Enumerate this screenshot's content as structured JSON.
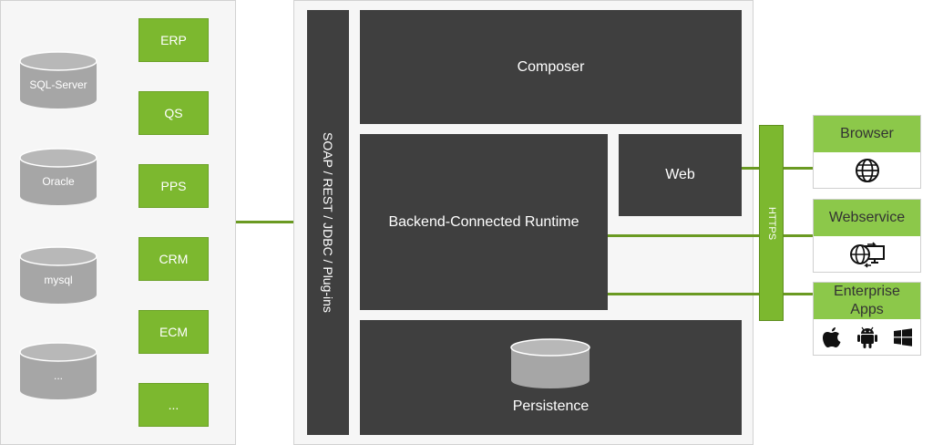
{
  "sources": {
    "databases": [
      {
        "label": "SQL-Server"
      },
      {
        "label": "Oracle"
      },
      {
        "label": "mysql"
      },
      {
        "label": "..."
      }
    ],
    "systems": [
      {
        "label": "ERP"
      },
      {
        "label": "QS"
      },
      {
        "label": "PPS"
      },
      {
        "label": "CRM"
      },
      {
        "label": "ECM"
      },
      {
        "label": "..."
      }
    ]
  },
  "platform": {
    "interface_bar": "SOAP / REST / JDBC / Plug-ins",
    "composer": "Composer",
    "runtime": "Backend-Connected Runtime",
    "web": "Web",
    "persistence": "Persistence"
  },
  "https_label": "HTTPS",
  "clients": [
    {
      "label": "Browser",
      "icons": [
        "globe-icon"
      ]
    },
    {
      "label": "Webservice",
      "icons": [
        "globe-monitor-icon"
      ]
    },
    {
      "label": "Enterprise Apps",
      "icons": [
        "apple-icon",
        "android-icon",
        "windows-icon"
      ]
    }
  ],
  "colors": {
    "accent_green": "#7cb82f",
    "dark_box": "#3f3f3f",
    "cylinder_gray": "#a6a6a6",
    "panel": "#f6f6f6"
  }
}
